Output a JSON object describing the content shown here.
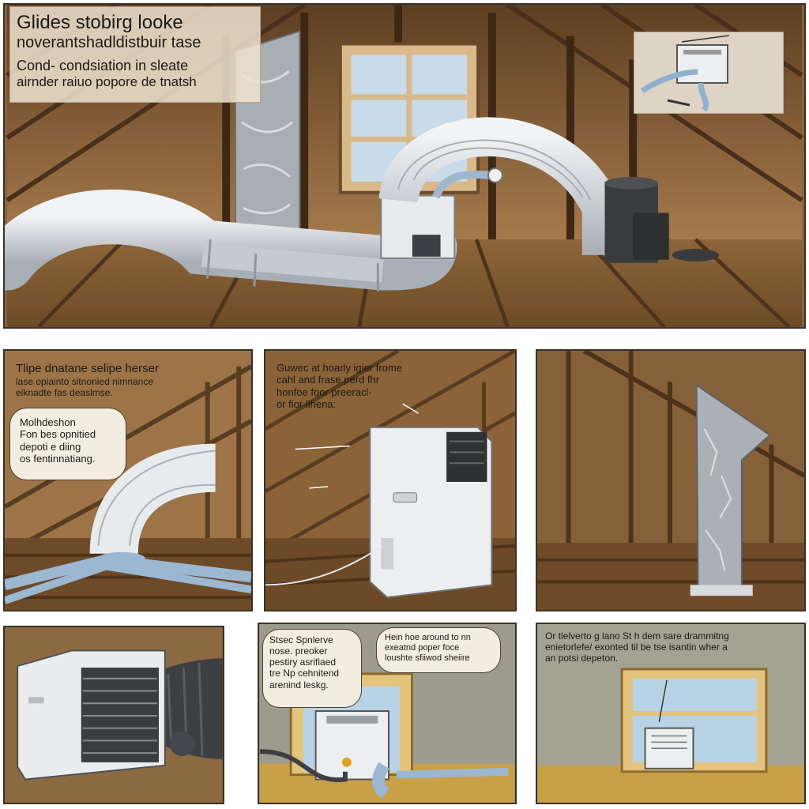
{
  "panels": {
    "main": {
      "caption": {
        "title": "Glides stobirg looke",
        "line1": "noverantshadldistbuir tase",
        "line2": "Cond- condsiation in sleate",
        "line3": "airnder raiuo popore de tnatsh"
      },
      "inset_icon": "portable-ac-with-hose-inset"
    },
    "p2": {
      "caption": {
        "line1": "Tlipe dnatane selipe herser",
        "line2": "lase opiainto sitnonied nimnance",
        "line3": "eiknadte fas deaslmse."
      },
      "bubble": {
        "line1": "Molhdeshon",
        "line2": "Fon bes opnitied",
        "line3": "depoti e diing",
        "line4": "os fentinnatiang."
      }
    },
    "p3": {
      "caption": {
        "line1": "Guwec at hoarly igier frome",
        "line2": "cahl and frase perd fhr",
        "line3": "honfoe foor preeracl-",
        "line4": "or fior lihena:"
      }
    },
    "p4": {},
    "p5": {},
    "p6": {
      "bubble_left": {
        "line1": "Stsec Spnlerve",
        "line2": "nose. preoker",
        "line3": "pestiry asrifiaed",
        "line4": "tre Np cehnitend",
        "line5": "arenind leskg."
      },
      "bubble_right": {
        "line1": "Hein hoe around to nn",
        "line2": "exeatnd poper foce",
        "line3": "loushte sfiiwod sheiire"
      }
    },
    "p7": {
      "caption": {
        "line1": "Or tlelverto g lano St h dem sare drammitng",
        "line2": "enietorlefe/ exonted til be tse isantin wher a",
        "line3": "an potsi depeton."
      }
    }
  },
  "colors": {
    "wood_dark": "#6b4a2b",
    "wood_mid": "#9a6f43",
    "wood_light": "#c49a68",
    "hose": "#d9dde2",
    "foil": "#a9aeb3",
    "appliance": "#eceeef",
    "wall_gray": "#9d9b8d",
    "floor_yellow": "#c9a048",
    "sky": "#b9d3e6"
  }
}
